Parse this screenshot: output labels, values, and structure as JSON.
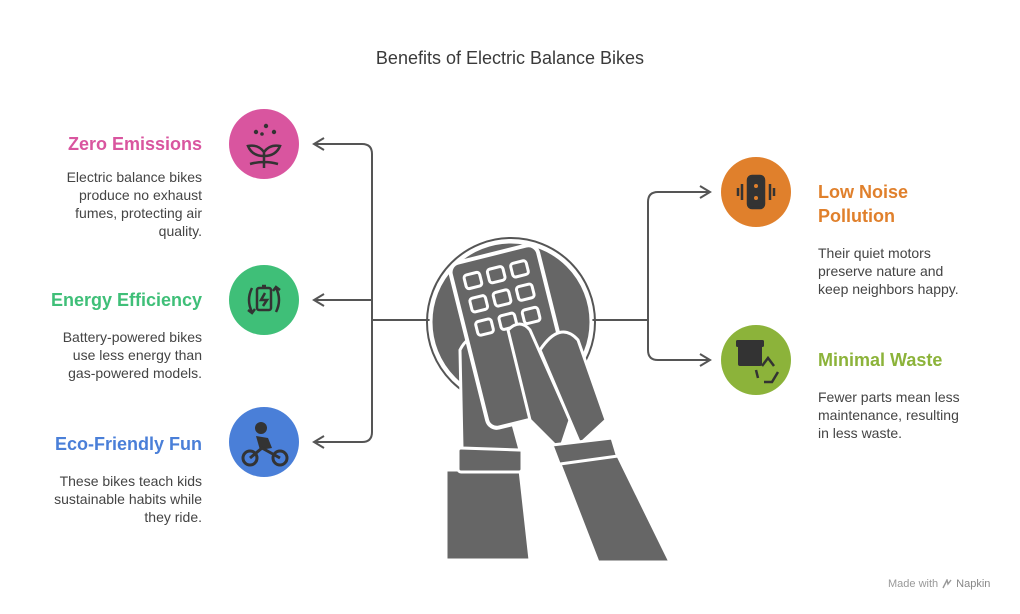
{
  "title": "Benefits of Electric Balance Bikes",
  "colors": {
    "pink": "#d9559f",
    "green": "#3fbf78",
    "blue": "#4a7fd8",
    "orange": "#e0802c",
    "olive": "#8cb33a",
    "connector": "#555555",
    "hand": "#666666"
  },
  "left": [
    {
      "icon": "sprout-icon",
      "heading": "Zero Emissions",
      "lines": [
        "Electric balance bikes",
        "produce no exhaust",
        "fumes, protecting air",
        "quality."
      ]
    },
    {
      "icon": "battery-cycle-icon",
      "heading": "Energy Efficiency",
      "lines": [
        "Battery-powered bikes",
        "use less energy than",
        "gas-powered models."
      ]
    },
    {
      "icon": "motorbike-rider-icon",
      "heading": "Eco-Friendly Fun",
      "lines": [
        "These bikes teach kids",
        "sustainable habits while",
        "they ride."
      ]
    }
  ],
  "right": [
    {
      "icon": "vibrating-phone-icon",
      "heading_lines": [
        "Low Noise",
        "Pollution"
      ],
      "lines": [
        "Their quiet motors",
        "preserve nature and",
        "keep neighbors happy."
      ]
    },
    {
      "icon": "box-recycle-icon",
      "heading_lines": [
        "Minimal Waste"
      ],
      "lines": [
        "Fewer parts mean less",
        "maintenance, resulting",
        "in less waste."
      ]
    }
  ],
  "footer": {
    "made_with": "Made with",
    "brand": "Napkin"
  }
}
